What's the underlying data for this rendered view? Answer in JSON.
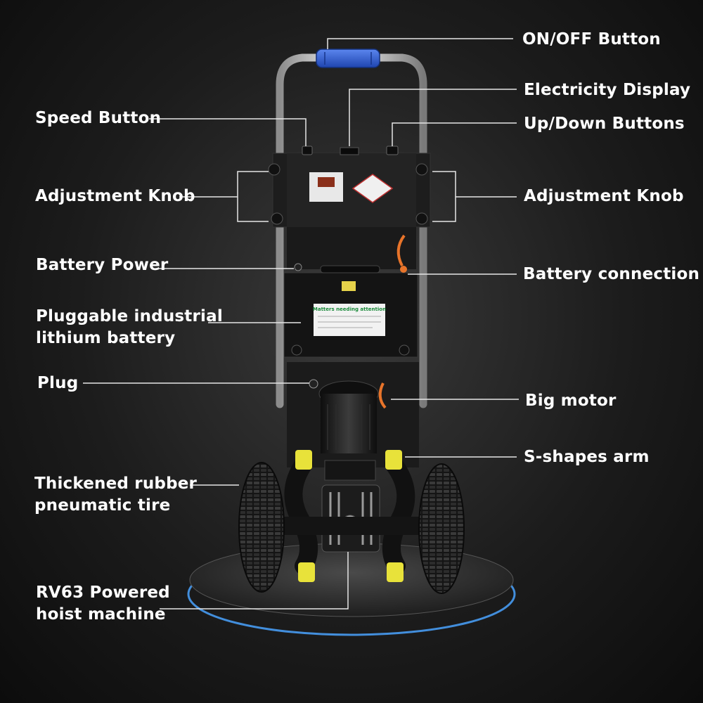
{
  "labels": {
    "on_off_button": "ON/OFF Button",
    "electricity_display": "Electricity Display",
    "speed_button": "Speed Button",
    "up_down_buttons": "Up/Down Buttons",
    "adjustment_knob_left": "Adjustment Knob",
    "adjustment_knob_right": "Adjustment Knob",
    "battery_power": "Battery Power",
    "battery_connection": "Battery connection",
    "battery_line1": "Pluggable industrial",
    "battery_line2": "lithium battery",
    "plug": "Plug",
    "big_motor": "Big motor",
    "s_shapes_arm": "S-shapes arm",
    "tire_line1": "Thickened rubber",
    "tire_line2": "pneumatic tire",
    "hoist_line1": "RV63 Powered",
    "hoist_line2": "hoist machine"
  },
  "product": {
    "notice_title": "Matters needing attention",
    "colors": {
      "handle_grip": "#2f5fd6",
      "frame": "#1f1f1f",
      "chrome": "#c9c9c9",
      "roller": "#e8e23a",
      "cable": "#e8742a",
      "platform_glow": "#4aa3ff"
    }
  }
}
